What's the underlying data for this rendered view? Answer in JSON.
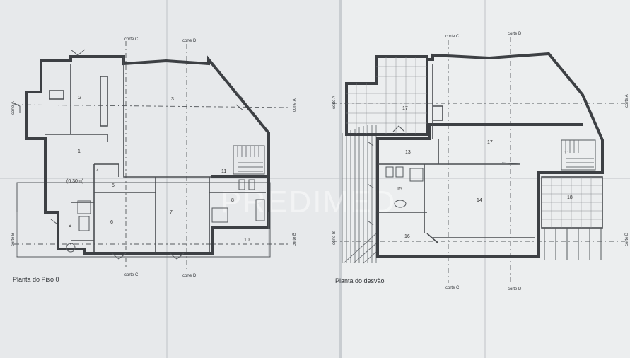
{
  "watermark": "PREDIMED",
  "sheets": {
    "left": {
      "title": "Planta do Piso 0",
      "rooms": [
        "1",
        "2",
        "3",
        "4",
        "5",
        "6",
        "7",
        "8",
        "9",
        "10",
        "11"
      ],
      "note": "(0.30m)",
      "cuts": {
        "c_top": "corte C",
        "d_top": "corte D",
        "a_left": "corte A",
        "a_right": "corte A",
        "b_left": "corte B",
        "b_right": "corte B",
        "c_bottom": "corte C",
        "d_bottom": "corte D"
      }
    },
    "right": {
      "title": "Planta do desvão",
      "rooms": {
        "r17a": "17",
        "r17b": "17",
        "r13": "13",
        "r11": "11",
        "r15": "15",
        "r14": "14",
        "r16": "16",
        "r18": "18"
      },
      "cuts": {
        "c_top": "corte C",
        "d_top": "corte D",
        "a_left": "corte A",
        "a_right": "corte A",
        "b_left": "corte B",
        "b_right": "corte B",
        "c_bottom": "corte C",
        "d_bottom": "corte D"
      }
    }
  }
}
